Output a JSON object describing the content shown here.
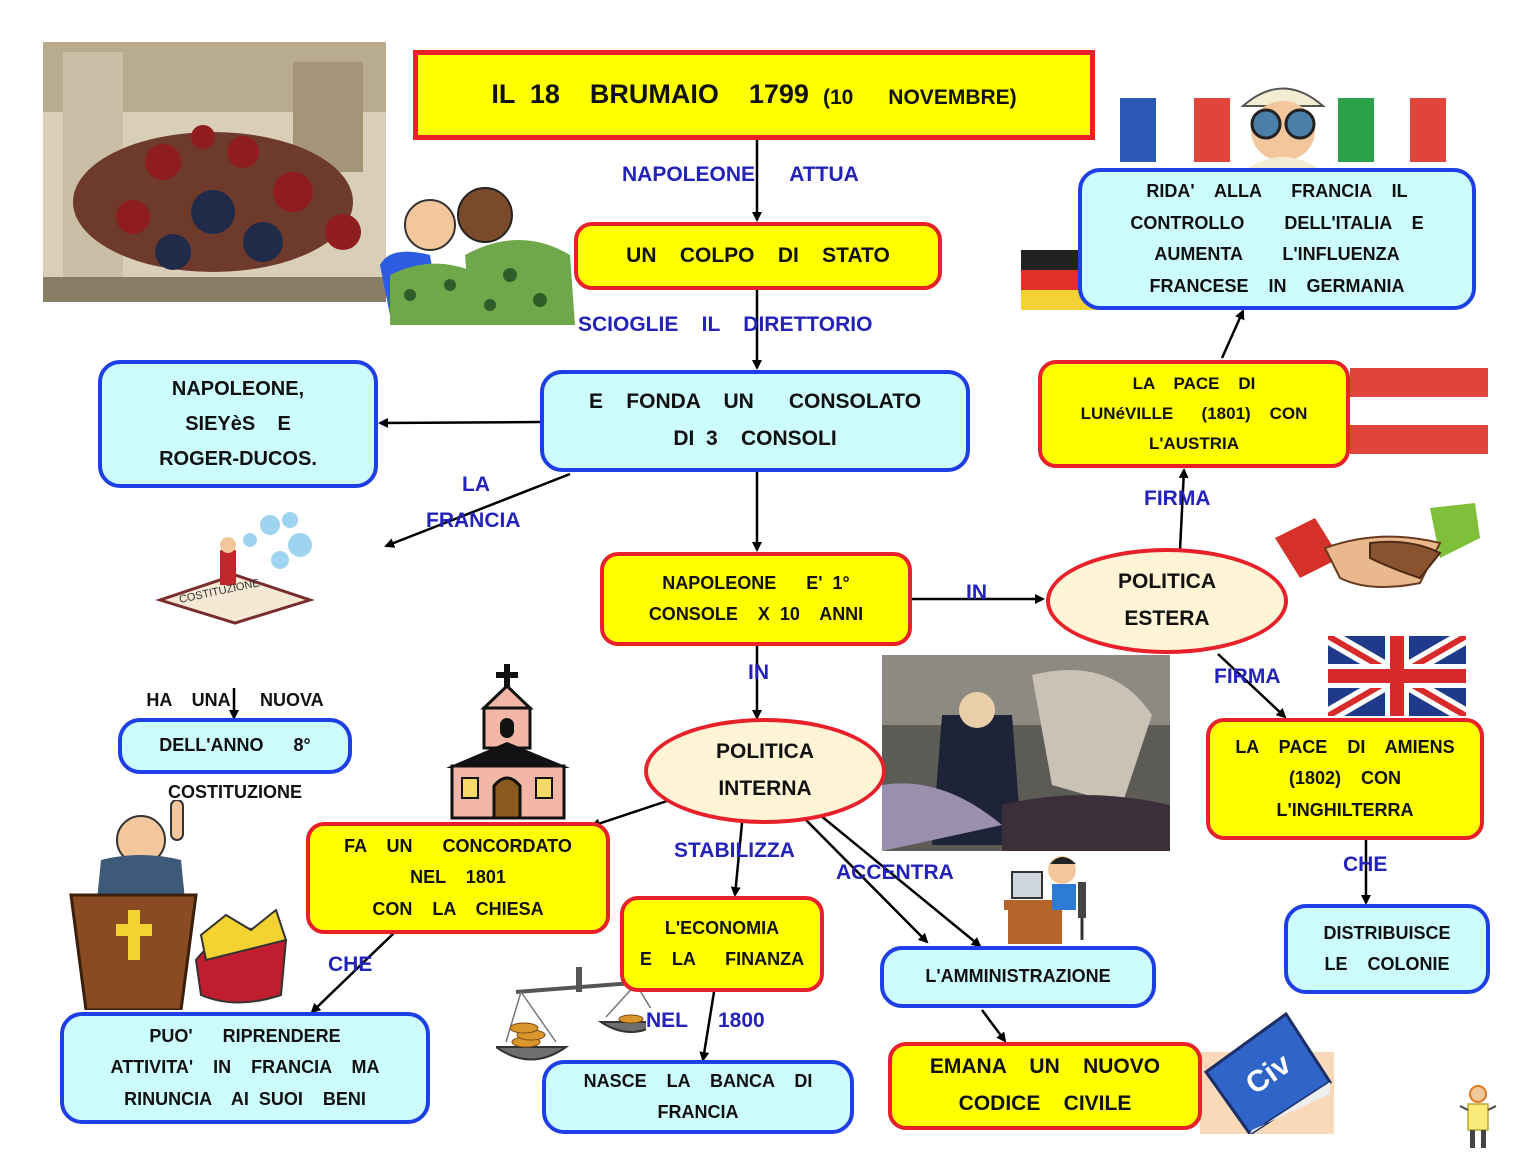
{
  "title": {
    "line1": "IL  18    BRUMAIO    1799",
    "line2": "(10      NOVEMBRE)"
  },
  "nodes": {
    "colpo": "UN    COLPO    DI    STATO",
    "consolato": [
      "E    FONDA    UN      CONSOLATO",
      "DI  3    CONSOLI"
    ],
    "consoli": [
      "NAPOLEONE,",
      "SIEYèS    E",
      "ROGER-DUCOS."
    ],
    "costituzione": [
      "HA    UNA      NUOVA",
      "COSTITUZIONE"
    ],
    "anno": "DELL'ANNO      8°",
    "primo_console": [
      "NAPOLEONE      E'  1°",
      "CONSOLE    X  10    ANNI"
    ],
    "estera": [
      "POLITICA",
      "ESTERA"
    ],
    "interna": [
      "POLITICA",
      "INTERNA"
    ],
    "francia_italia": [
      "RIDA'    ALLA      FRANCIA    IL",
      "CONTROLLO        DELL'ITALIA    E",
      "AUMENTA        L'INFLUENZA",
      "FRANCESE    IN    GERMANIA"
    ],
    "luneville": [
      "LA    PACE    DI",
      "LUNéVILLE      (1801)    CON",
      "L'AUSTRIA"
    ],
    "amiens": [
      "LA    PACE    DI    AMIENS",
      "(1802)    CON",
      "L'INGHILTERRA"
    ],
    "colonie": [
      "DISTRIBUISCE",
      "LE    COLONIE"
    ],
    "concordato": [
      "FA    UN      CONCORDATO",
      "NEL    1801",
      "CON    LA    CHIESA"
    ],
    "riprendere": [
      "PUO'      RIPRENDERE",
      "ATTIVITA'    IN    FRANCIA    MA",
      "RINUNCIA    AI  SUOI    BENI"
    ],
    "economia": [
      "L'ECONOMIA",
      "E    LA      FINANZA"
    ],
    "banca": [
      "NASCE    LA    BANCA    DI",
      "FRANCIA"
    ],
    "amministrazione": "L'AMMINISTRAZIONE",
    "codice": [
      "EMANA    UN    NUOVO",
      "CODICE    CIVILE"
    ]
  },
  "labels": {
    "napoleone_attua": "NAPOLEONE      ATTUA",
    "scioglie": "SCIOGLIE    IL    DIRETTORIO",
    "la": "LA",
    "francia": "FRANCIA",
    "in_h": "IN",
    "in_v": "IN",
    "firma_1": "FIRMA",
    "firma_2": "FIRMA",
    "che_1": "CHE",
    "che_2": "CHE",
    "stabilizza": "STABILIZZA",
    "accentra": "ACCENTRA",
    "nel": "NEL",
    "anno_1800": "1800"
  },
  "decor": {
    "book_label": "Civ",
    "costituzione_book": "COSTITUZIONE"
  },
  "colors": {
    "yellow": "#ffff00",
    "red": "#e8202a",
    "cyan": "#ccfcfc",
    "blue": "#1f3fe6",
    "label": "#2323b8",
    "cream": "#fff5d6"
  }
}
